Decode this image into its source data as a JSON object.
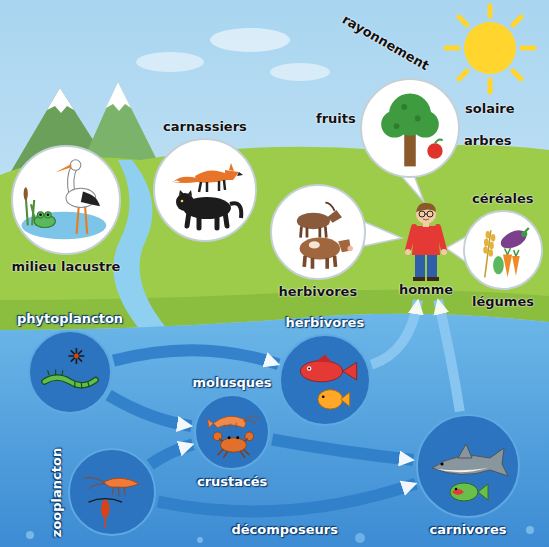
{
  "diagram": {
    "nodes": [
      {
        "text": [
          "milieu lacustre"
        ]
      },
      {
        "text": [
          "carnassiers"
        ]
      },
      {
        "text": [
          "fruits",
          "arbres"
        ]
      },
      {
        "text": [
          "herbivores"
        ]
      },
      {
        "text": [
          "homme"
        ]
      },
      {
        "text": [
          "céréales",
          "légumes"
        ]
      },
      {
        "text": [
          "phytoplancton"
        ]
      },
      {
        "text": [
          "herbivores"
        ]
      },
      {
        "text": [
          "molusques",
          "crustacés"
        ]
      },
      {
        "text": [
          "zooplancton"
        ]
      },
      {
        "text": [
          "carnivores"
        ]
      }
    ],
    "edges": [
      {
        "from": 6,
        "to": 7,
        "arrow": "to"
      },
      {
        "from": 6,
        "to": 8,
        "arrow": "to"
      },
      {
        "from": 9,
        "to": 8,
        "arrow": "to"
      },
      {
        "from": 8,
        "to": 10,
        "arrow": "to"
      },
      {
        "from": 9,
        "to": 10,
        "arrow": "to"
      },
      {
        "from": 7,
        "to": 4,
        "arrow": "to"
      },
      {
        "from": 10,
        "to": 4,
        "arrow": "to"
      }
    ],
    "labels": [
      "rayonnement",
      "solaire",
      "décomposeurs"
    ]
  }
}
